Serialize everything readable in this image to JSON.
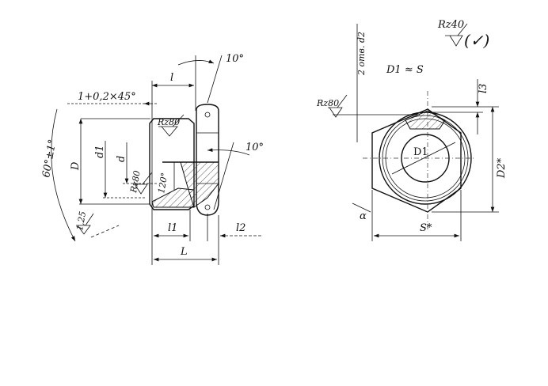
{
  "title": "Nut drawing with roughness and dimension annotations",
  "side_view": {
    "angle_top": "10°",
    "length_l": "l",
    "chamfer": "1+0,2×45°",
    "roughness_inner": "Rz80",
    "angle_120": "120°",
    "roughness_thread": "Rz80",
    "angle_right": "10°",
    "diameter_D": "D",
    "diameter_d1": "d1",
    "diameter_d": "d",
    "thread_angle": "60°±1°",
    "roughness_thread_flank": "1,25",
    "length_l1": "l1",
    "length_l2": "l2",
    "length_L": "L"
  },
  "front_view": {
    "general_roughness": "Rz40",
    "general_roughness_bracket": "(✓)",
    "holes_note": "2 отв. d2",
    "d1_note": "D1 ≈ S",
    "length_l3": "l3",
    "roughness_top": "Rz80",
    "diameter_D1": "D1",
    "diameter_D2": "D2*",
    "width_S": "S*",
    "chamfer_angle": "α"
  }
}
